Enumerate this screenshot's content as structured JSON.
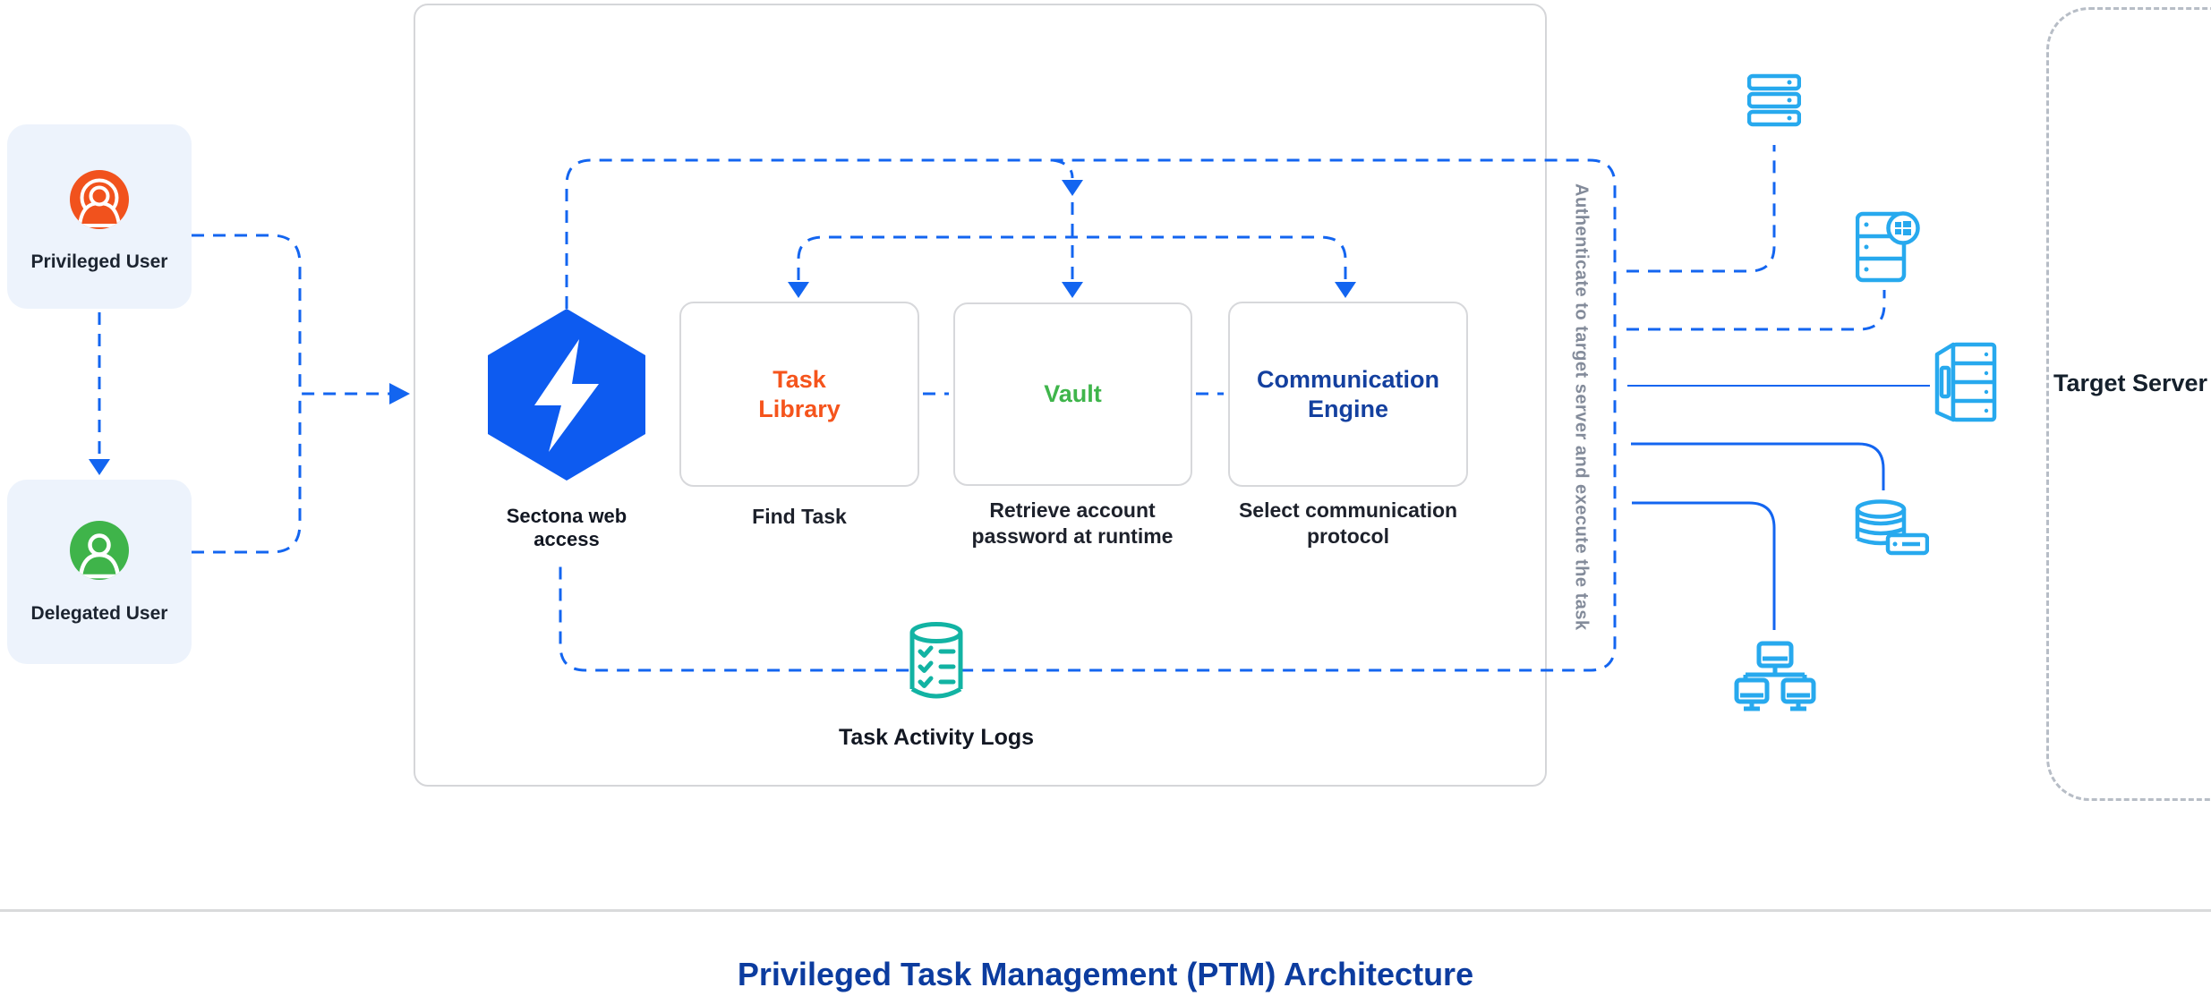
{
  "diagram": {
    "title": "Privileged Task Management (PTM) Architecture",
    "actors": [
      {
        "label": "Privileged User"
      },
      {
        "label": "Delegated User"
      }
    ],
    "gateway": {
      "label": "Sectona web access"
    },
    "modules": [
      {
        "name": "Task Library",
        "caption": "Find Task"
      },
      {
        "name": "Vault",
        "caption": "Retrieve account password at runtime"
      },
      {
        "name": "Communication Engine",
        "caption": "Select communication protocol"
      }
    ],
    "logs": {
      "label": "Task Activity Logs"
    },
    "side_note": "Authenticate to target server and execute the task",
    "target": {
      "label": "Target Server"
    },
    "colors": {
      "connector_blue": "#1365f0",
      "hexagon_blue": "#0d5bf0",
      "module_task_library": "#f5541c",
      "module_vault": "#3fb54b",
      "module_comm_engine": "#14409f",
      "icon_sky_blue": "#27a9ee",
      "logs_teal": "#12b3a3",
      "actor_orange": "#f1521d",
      "actor_green": "#3fb44a",
      "note_gray": "#838b9a",
      "title_navy": "#0c3c9f",
      "card_bg": "#edf3fc",
      "border_gray": "#d5d6d9"
    }
  }
}
